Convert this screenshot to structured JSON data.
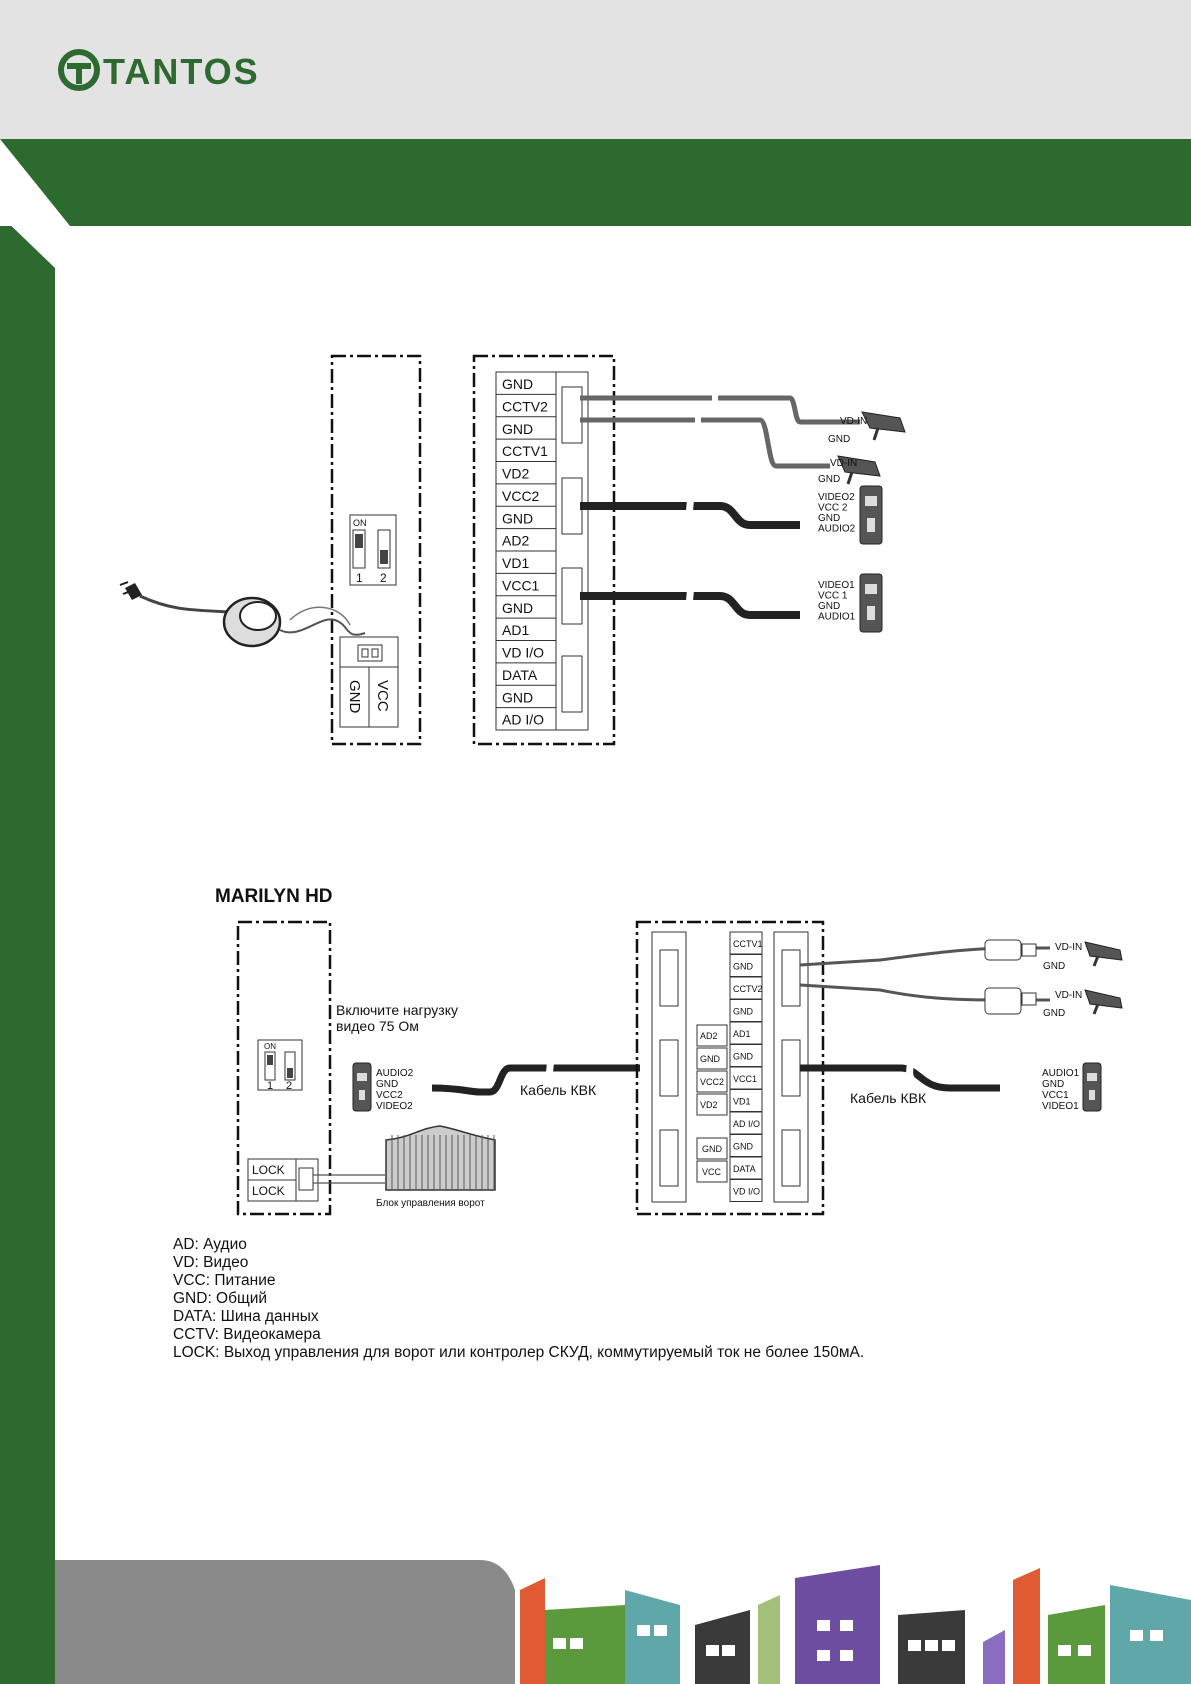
{
  "brand": {
    "name": "TANTOS",
    "color_green": "#2d6a30",
    "color_header": "#e3e3e3"
  },
  "diagram1": {
    "dip_on": "ON",
    "dip_1": "1",
    "dip_2": "2",
    "power_terminals": [
      "GND",
      "VCC"
    ],
    "terminals": [
      "GND",
      "CCTV2",
      "GND",
      "CCTV1",
      "VD2",
      "VCC2",
      "GND",
      "AD2",
      "VD1",
      "VCC1",
      "GND",
      "AD1",
      "VD I/O",
      "DATA",
      "GND",
      "AD I/O"
    ],
    "cam_vdin": "VD-IN",
    "cam_gnd": "GND",
    "panel2_labels": [
      "VIDEO2",
      "VCC 2",
      "GND",
      "AUDIO2"
    ],
    "panel1_labels": [
      "VIDEO1",
      "VCC 1",
      "GND",
      "AUDIO1"
    ]
  },
  "diagram2": {
    "title": "MARILYN HD",
    "note_line1": "Включите нагрузку",
    "note_line2": "видео 75 Ом",
    "dip_on": "ON",
    "dip_1": "1",
    "dip_2": "2",
    "lock_labels": [
      "LOCK",
      "LOCK"
    ],
    "left_panel_labels": [
      "AUDIO2",
      "GND",
      "VCC2",
      "VIDEO2"
    ],
    "cable_label": "Кабель КВК",
    "gate_label": "Блок управления ворот",
    "mid_col": [
      "AD2",
      "GND",
      "VCC2",
      "VD2"
    ],
    "mid_col_low": [
      "GND",
      "VCC"
    ],
    "right_col": [
      "CCTV1",
      "GND",
      "CCTV2",
      "GND",
      "AD1",
      "GND",
      "VCC1",
      "VD1",
      "AD I/O",
      "GND",
      "DATA",
      "VD I/O"
    ],
    "cam_vdin": "VD-IN",
    "cam_gnd": "GND",
    "right_panel_labels": [
      "AUDIO1",
      "GND",
      "VCC1",
      "VIDEO1"
    ]
  },
  "legend": [
    "AD: Аудио",
    "VD: Видео",
    "VCC: Питание",
    "GND: Общий",
    "DATA: Шина данных",
    "CCTV: Видеокамера",
    "LOCK: Выход управления для ворот или контролер СКУД, коммутируемый ток не более 150мА."
  ]
}
